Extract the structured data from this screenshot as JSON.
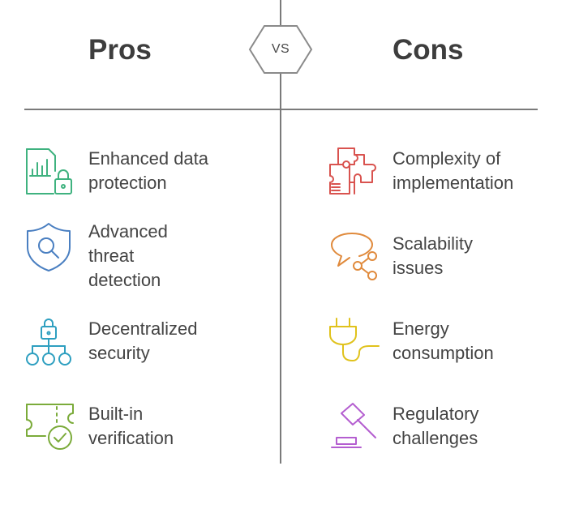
{
  "vs_label": "VS",
  "pros": {
    "heading": "Pros",
    "items": [
      {
        "label": "Enhanced data\nprotection",
        "icon": "data-lock-icon",
        "color": "#3fb27f"
      },
      {
        "label": "Advanced\nthreat\ndetection",
        "icon": "shield-search-icon",
        "color": "#4a7fc1"
      },
      {
        "label": "Decentralized\nsecurity",
        "icon": "network-lock-icon",
        "color": "#2e9fc0"
      },
      {
        "label": "Built-in\nverification",
        "icon": "ticket-check-icon",
        "color": "#7bab3a"
      }
    ]
  },
  "cons": {
    "heading": "Cons",
    "items": [
      {
        "label": "Complexity of\nimplementation",
        "icon": "puzzle-icon",
        "color": "#d9534f"
      },
      {
        "label": "Scalability\nissues",
        "icon": "chat-share-icon",
        "color": "#e08a3c"
      },
      {
        "label": "Energy\nconsumption",
        "icon": "plug-icon",
        "color": "#e0c21c"
      },
      {
        "label": "Regulatory\nchallenges",
        "icon": "gavel-icon",
        "color": "#b45ed0"
      }
    ]
  }
}
